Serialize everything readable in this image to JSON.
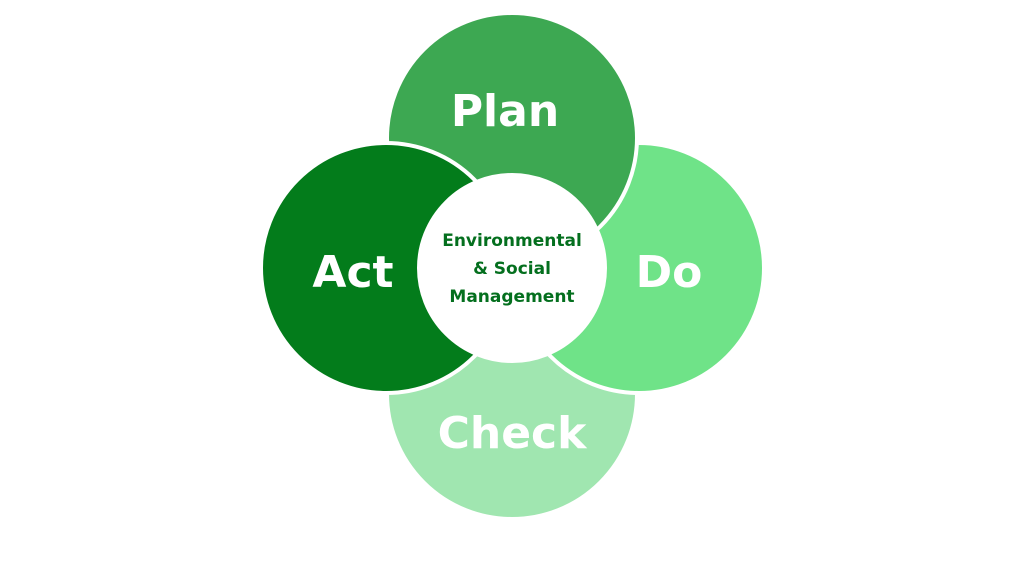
{
  "diagram": {
    "center": {
      "lines": [
        "Environmental",
        "& Social",
        "Management"
      ],
      "text_color": "#046F1E",
      "fill": "#FFFFFF"
    },
    "stages": {
      "plan": {
        "label": "Plan",
        "color": "#3DA852"
      },
      "do": {
        "label": "Do",
        "color": "#6FE388"
      },
      "check": {
        "label": "Check",
        "color": "#A0E6B0"
      },
      "act": {
        "label": "Act",
        "color": "#037C1B"
      }
    },
    "stroke_color": "#FFFFFF"
  }
}
